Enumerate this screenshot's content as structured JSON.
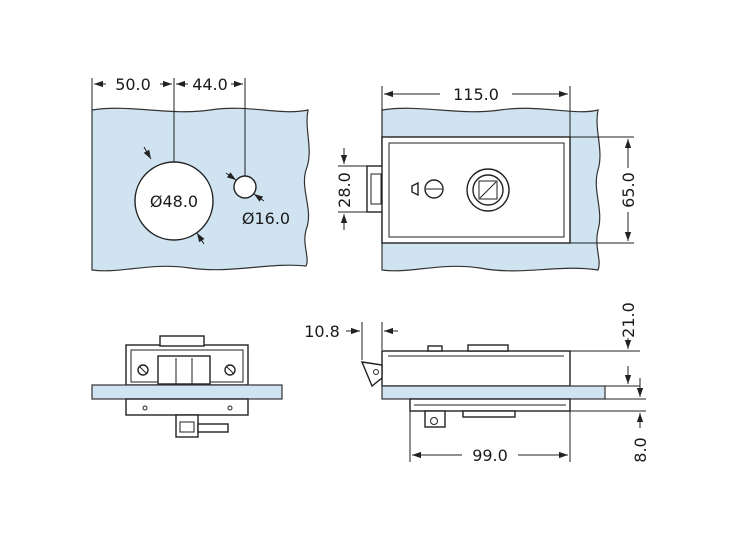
{
  "drawing": {
    "colors": {
      "glass": "#cfe3f0",
      "line": "#222222",
      "background": "#ffffff"
    },
    "front_view": {
      "dim_hole1_offset": "50.0",
      "dim_hole_spacing": "44.0",
      "dia_large": "Ø48.0",
      "dia_small": "Ø16.0"
    },
    "lock_view": {
      "dim_width": "115.0",
      "dim_body_height": "28.0",
      "dim_height": "65.0"
    },
    "side_view": {
      "dim_offset": "10.8",
      "dim_top": "21.0",
      "dim_bottom": "8.0",
      "dim_length": "99.0"
    }
  }
}
